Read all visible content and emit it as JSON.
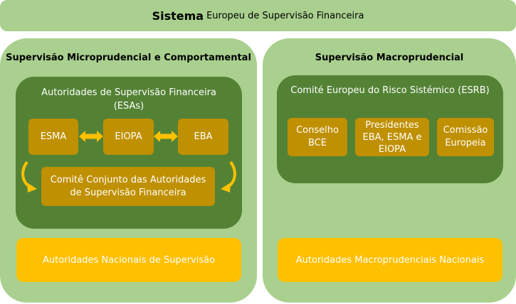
{
  "header": {
    "title_bold": "Sistema",
    "title_rest": "Europeu de Supervisão Financeira"
  },
  "left": {
    "title": "Supervisão Microprudencial e Comportamental",
    "esas": {
      "title_line1": "Autoridades de Supervisão Financeira",
      "title_line2": "(ESAs)",
      "boxes": [
        "ESMA",
        "EIOPA",
        "EBA"
      ],
      "joint_line1": "Comitê Conjunto das Autoridades",
      "joint_line2": "de Supervisão Financeira"
    },
    "national": "Autoridades Nacionais de Supervisão"
  },
  "right": {
    "title": "Supervisão Macroprudencial",
    "esrb": {
      "title": "Comité Europeu do Risco Sistémico (ESRB)",
      "box1_line1": "Conselho",
      "box1_line2": "BCE",
      "box2_line1": "Presidentes",
      "box2_line2": "EBA, ESMA e",
      "box2_line3": "EIOPA",
      "box3_line1": "Comissão",
      "box3_line2": "Europeia"
    },
    "national": "Autoridades Macroprudenciais Nacionais"
  },
  "colors": {
    "light_green": "#a9d08e",
    "dark_green": "#548235",
    "gold": "#bf9000",
    "yellow": "#ffc000",
    "arrow": "#ffc000"
  }
}
